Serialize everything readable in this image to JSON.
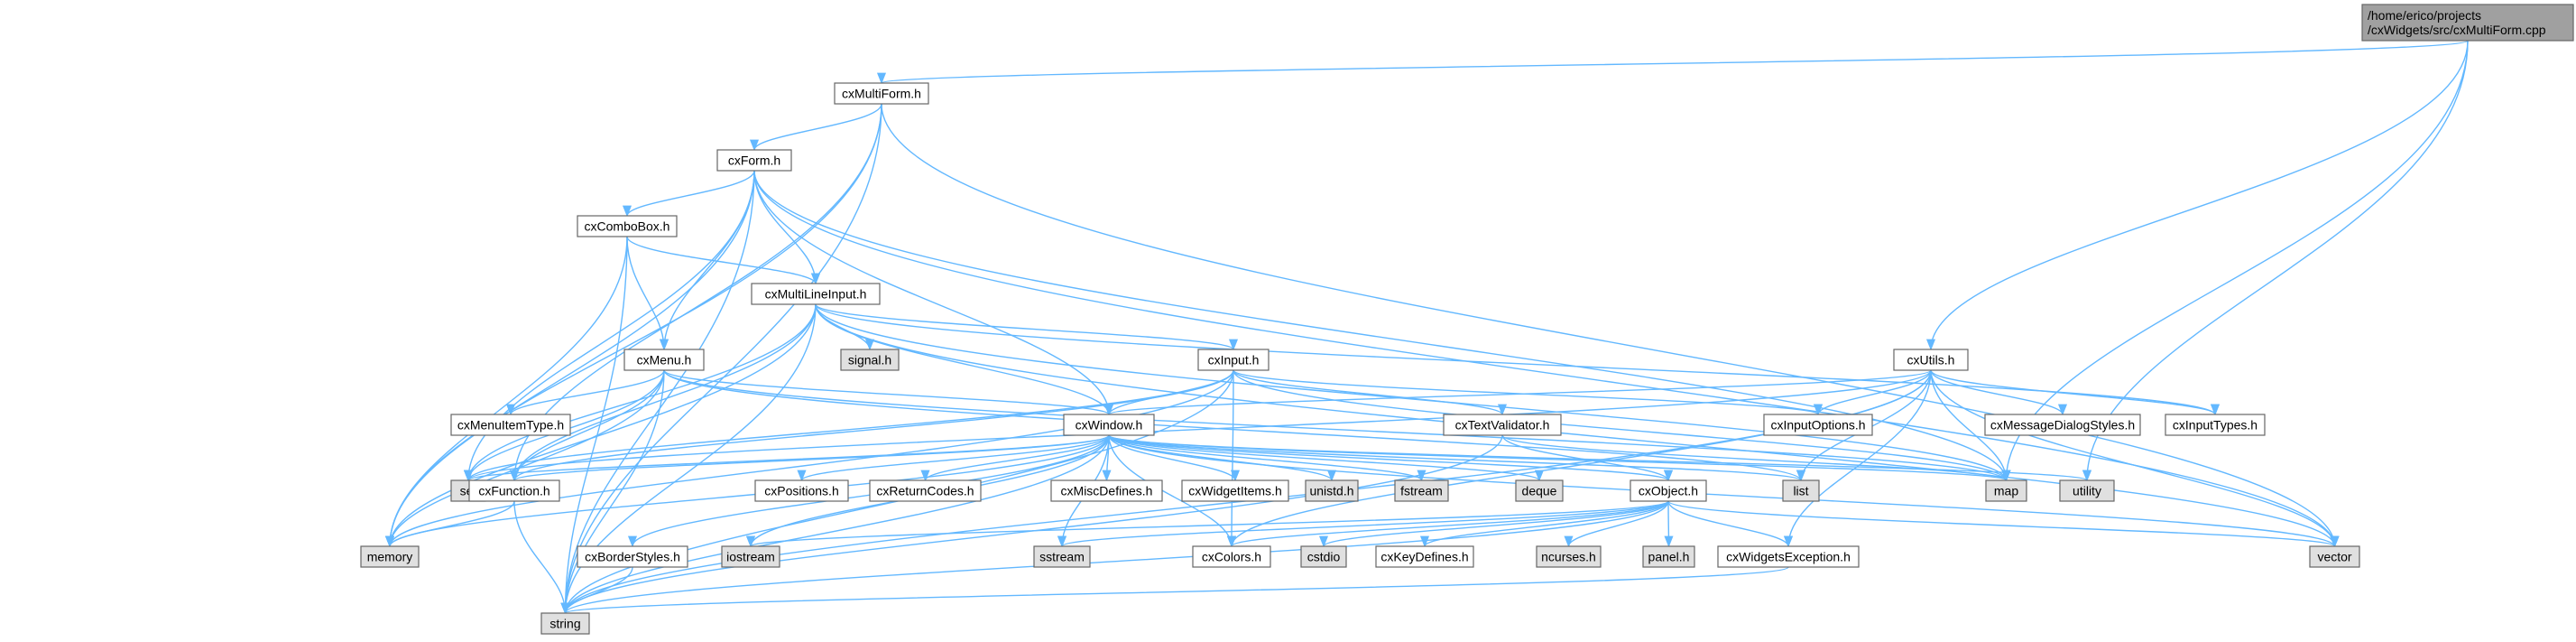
{
  "colors": {
    "edge": "#63b8ff",
    "node_fill": "#ffffff",
    "system_header_fill": "#e0e0e0",
    "root_fill": "#a0a0a0",
    "node_border": "#666666"
  },
  "nodes": [
    {
      "id": "root",
      "lines": [
        "/home/erico/projects",
        "/cxWidgets/src/cxMultiForm.cpp"
      ],
      "kind": "root"
    },
    {
      "id": "cxMultiForm_h",
      "lines": [
        "cxMultiForm.h"
      ],
      "kind": "local"
    },
    {
      "id": "cxForm_h",
      "lines": [
        "cxForm.h"
      ],
      "kind": "local"
    },
    {
      "id": "cxComboBox_h",
      "lines": [
        "cxComboBox.h"
      ],
      "kind": "local"
    },
    {
      "id": "cxMultiLineInput_h",
      "lines": [
        "cxMultiLineInput.h"
      ],
      "kind": "local"
    },
    {
      "id": "cxMenu_h",
      "lines": [
        "cxMenu.h"
      ],
      "kind": "local"
    },
    {
      "id": "cxInput_h",
      "lines": [
        "cxInput.h"
      ],
      "kind": "local"
    },
    {
      "id": "cxUtils_h",
      "lines": [
        "cxUtils.h"
      ],
      "kind": "local"
    },
    {
      "id": "cxMenuItemType_h",
      "lines": [
        "cxMenuItemType.h"
      ],
      "kind": "local"
    },
    {
      "id": "cxWindow_h",
      "lines": [
        "cxWindow.h"
      ],
      "kind": "local"
    },
    {
      "id": "cxTextValidator_h",
      "lines": [
        "cxTextValidator.h"
      ],
      "kind": "local"
    },
    {
      "id": "cxInputOptions_h",
      "lines": [
        "cxInputOptions.h"
      ],
      "kind": "local"
    },
    {
      "id": "cxMessageDialogStyles_h",
      "lines": [
        "cxMessageDialogStyles.h"
      ],
      "kind": "local"
    },
    {
      "id": "cxInputTypes_h",
      "lines": [
        "cxInputTypes.h"
      ],
      "kind": "local"
    },
    {
      "id": "signal_h",
      "lines": [
        "signal.h"
      ],
      "kind": "system"
    },
    {
      "id": "set",
      "lines": [
        "set"
      ],
      "kind": "system"
    },
    {
      "id": "cxFunction_h",
      "lines": [
        "cxFunction.h"
      ],
      "kind": "local"
    },
    {
      "id": "cxPositions_h",
      "lines": [
        "cxPositions.h"
      ],
      "kind": "local"
    },
    {
      "id": "cxReturnCodes_h",
      "lines": [
        "cxReturnCodes.h"
      ],
      "kind": "local"
    },
    {
      "id": "cxMiscDefines_h",
      "lines": [
        "cxMiscDefines.h"
      ],
      "kind": "local"
    },
    {
      "id": "cxWidgetItems_h",
      "lines": [
        "cxWidgetItems.h"
      ],
      "kind": "local"
    },
    {
      "id": "unistd_h",
      "lines": [
        "unistd.h"
      ],
      "kind": "system"
    },
    {
      "id": "fstream",
      "lines": [
        "fstream"
      ],
      "kind": "system"
    },
    {
      "id": "deque",
      "lines": [
        "deque"
      ],
      "kind": "system"
    },
    {
      "id": "cxObject_h",
      "lines": [
        "cxObject.h"
      ],
      "kind": "local"
    },
    {
      "id": "list",
      "lines": [
        "list"
      ],
      "kind": "system"
    },
    {
      "id": "map",
      "lines": [
        "map"
      ],
      "kind": "system"
    },
    {
      "id": "utility",
      "lines": [
        "utility"
      ],
      "kind": "system"
    },
    {
      "id": "memory",
      "lines": [
        "memory"
      ],
      "kind": "system"
    },
    {
      "id": "cxBorderStyles_h",
      "lines": [
        "cxBorderStyles.h"
      ],
      "kind": "local"
    },
    {
      "id": "iostream",
      "lines": [
        "iostream"
      ],
      "kind": "system"
    },
    {
      "id": "sstream",
      "lines": [
        "sstream"
      ],
      "kind": "system"
    },
    {
      "id": "cxColors_h",
      "lines": [
        "cxColors.h"
      ],
      "kind": "local"
    },
    {
      "id": "cstdio",
      "lines": [
        "cstdio"
      ],
      "kind": "system"
    },
    {
      "id": "cxKeyDefines_h",
      "lines": [
        "cxKeyDefines.h"
      ],
      "kind": "local"
    },
    {
      "id": "ncurses_h",
      "lines": [
        "ncurses.h"
      ],
      "kind": "system"
    },
    {
      "id": "panel_h",
      "lines": [
        "panel.h"
      ],
      "kind": "system"
    },
    {
      "id": "cxWidgetsException_h",
      "lines": [
        "cxWidgetsException.h"
      ],
      "kind": "local"
    },
    {
      "id": "vector",
      "lines": [
        "vector"
      ],
      "kind": "system"
    },
    {
      "id": "string",
      "lines": [
        "string"
      ],
      "kind": "system"
    }
  ],
  "edges": [
    [
      "root",
      "cxMultiForm_h"
    ],
    [
      "root",
      "cxUtils_h"
    ],
    [
      "root",
      "map"
    ],
    [
      "root",
      "utility"
    ],
    [
      "cxMultiForm_h",
      "cxForm_h"
    ],
    [
      "cxMultiForm_h",
      "cxFunction_h"
    ],
    [
      "cxMultiForm_h",
      "vector"
    ],
    [
      "cxMultiForm_h",
      "memory"
    ],
    [
      "cxMultiForm_h",
      "string"
    ],
    [
      "cxForm_h",
      "cxComboBox_h"
    ],
    [
      "cxForm_h",
      "cxMultiLineInput_h"
    ],
    [
      "cxForm_h",
      "cxMenu_h"
    ],
    [
      "cxForm_h",
      "cxWindow_h"
    ],
    [
      "cxForm_h",
      "set"
    ],
    [
      "cxForm_h",
      "map"
    ],
    [
      "cxForm_h",
      "vector"
    ],
    [
      "cxForm_h",
      "memory"
    ],
    [
      "cxForm_h",
      "string"
    ],
    [
      "cxComboBox_h",
      "cxMultiLineInput_h"
    ],
    [
      "cxComboBox_h",
      "cxMenu_h"
    ],
    [
      "cxComboBox_h",
      "memory"
    ],
    [
      "cxComboBox_h",
      "string"
    ],
    [
      "cxMultiLineInput_h",
      "cxInput_h"
    ],
    [
      "cxMultiLineInput_h",
      "signal_h"
    ],
    [
      "cxMultiLineInput_h",
      "cxWindow_h"
    ],
    [
      "cxMultiLineInput_h",
      "cxFunction_h"
    ],
    [
      "cxMultiLineInput_h",
      "set"
    ],
    [
      "cxMultiLineInput_h",
      "cxInputTypes_h"
    ],
    [
      "cxMultiLineInput_h",
      "map"
    ],
    [
      "cxMultiLineInput_h",
      "vector"
    ],
    [
      "cxMultiLineInput_h",
      "memory"
    ],
    [
      "cxMultiLineInput_h",
      "string"
    ],
    [
      "cxMenu_h",
      "cxMenuItemType_h"
    ],
    [
      "cxMenu_h",
      "cxWindow_h"
    ],
    [
      "cxMenu_h",
      "cxFunction_h"
    ],
    [
      "cxMenu_h",
      "set"
    ],
    [
      "cxMenu_h",
      "map"
    ],
    [
      "cxMenu_h",
      "list"
    ],
    [
      "cxMenu_h",
      "memory"
    ],
    [
      "cxMenu_h",
      "string"
    ],
    [
      "cxInput_h",
      "cxWindow_h"
    ],
    [
      "cxInput_h",
      "cxTextValidator_h"
    ],
    [
      "cxInput_h",
      "cxInputOptions_h"
    ],
    [
      "cxInput_h",
      "cxFunction_h"
    ],
    [
      "cxInput_h",
      "set"
    ],
    [
      "cxInput_h",
      "map"
    ],
    [
      "cxInput_h",
      "cxColors_h"
    ],
    [
      "cxInput_h",
      "memory"
    ],
    [
      "cxInput_h",
      "string"
    ],
    [
      "cxUtils_h",
      "cxWindow_h"
    ],
    [
      "cxUtils_h",
      "cxInputOptions_h"
    ],
    [
      "cxUtils_h",
      "cxMessageDialogStyles_h"
    ],
    [
      "cxUtils_h",
      "cxInputTypes_h"
    ],
    [
      "cxUtils_h",
      "list"
    ],
    [
      "cxUtils_h",
      "map"
    ],
    [
      "cxUtils_h",
      "set"
    ],
    [
      "cxUtils_h",
      "vector"
    ],
    [
      "cxUtils_h",
      "cxWidgetsException_h"
    ],
    [
      "cxUtils_h",
      "string"
    ],
    [
      "cxUtils_h",
      "cxColors_h"
    ],
    [
      "cxTextValidator_h",
      "cxObject_h"
    ],
    [
      "cxTextValidator_h",
      "map"
    ],
    [
      "cxTextValidator_h",
      "string"
    ],
    [
      "cxWindow_h",
      "set"
    ],
    [
      "cxWindow_h",
      "cxFunction_h"
    ],
    [
      "cxWindow_h",
      "cxPositions_h"
    ],
    [
      "cxWindow_h",
      "cxReturnCodes_h"
    ],
    [
      "cxWindow_h",
      "cxMiscDefines_h"
    ],
    [
      "cxWindow_h",
      "cxWidgetItems_h"
    ],
    [
      "cxWindow_h",
      "unistd_h"
    ],
    [
      "cxWindow_h",
      "fstream"
    ],
    [
      "cxWindow_h",
      "deque"
    ],
    [
      "cxWindow_h",
      "cxObject_h"
    ],
    [
      "cxWindow_h",
      "list"
    ],
    [
      "cxWindow_h",
      "map"
    ],
    [
      "cxWindow_h",
      "utility"
    ],
    [
      "cxWindow_h",
      "memory"
    ],
    [
      "cxWindow_h",
      "cxBorderStyles_h"
    ],
    [
      "cxWindow_h",
      "iostream"
    ],
    [
      "cxWindow_h",
      "sstream"
    ],
    [
      "cxWindow_h",
      "cxColors_h"
    ],
    [
      "cxWindow_h",
      "vector"
    ],
    [
      "cxWindow_h",
      "string"
    ],
    [
      "cxFunction_h",
      "memory"
    ],
    [
      "cxFunction_h",
      "string"
    ],
    [
      "cxBorderStyles_h",
      "string"
    ],
    [
      "cxObject_h",
      "iostream"
    ],
    [
      "cxObject_h",
      "sstream"
    ],
    [
      "cxObject_h",
      "cxColors_h"
    ],
    [
      "cxObject_h",
      "cstdio"
    ],
    [
      "cxObject_h",
      "cxKeyDefines_h"
    ],
    [
      "cxObject_h",
      "ncurses_h"
    ],
    [
      "cxObject_h",
      "panel_h"
    ],
    [
      "cxObject_h",
      "cxWidgetsException_h"
    ],
    [
      "cxObject_h",
      "vector"
    ],
    [
      "cxObject_h",
      "string"
    ],
    [
      "cxWidgetsException_h",
      "string"
    ]
  ]
}
